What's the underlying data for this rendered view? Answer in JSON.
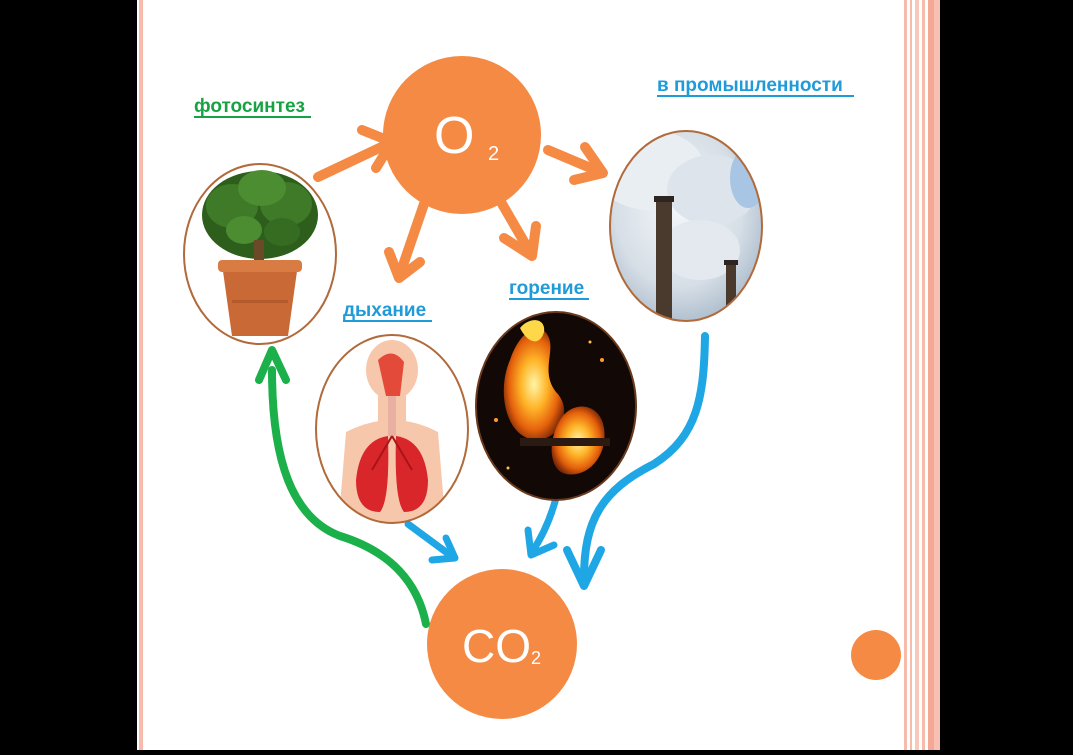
{
  "nodes": {
    "o2": {
      "formula": "O",
      "subscript": "2"
    },
    "co2": {
      "formula": "CO",
      "subscript": "2"
    }
  },
  "labels": {
    "photosynthesis": "фотосинтез",
    "industry": "в промышленности",
    "respiration": "дыхание",
    "combustion": "горение"
  },
  "colors": {
    "orange": "#F58A45",
    "green": "#1BB04A",
    "blue": "#1FA6E4",
    "green_label": "#17A243",
    "blue_label": "#1F9BD9",
    "slide_bg": "#FFFFFF",
    "border_pink": "#F6BBAA"
  },
  "icons": {
    "plant": "potted-plant",
    "factory": "smokestacks",
    "lungs": "respiratory-system",
    "fire": "flames"
  }
}
